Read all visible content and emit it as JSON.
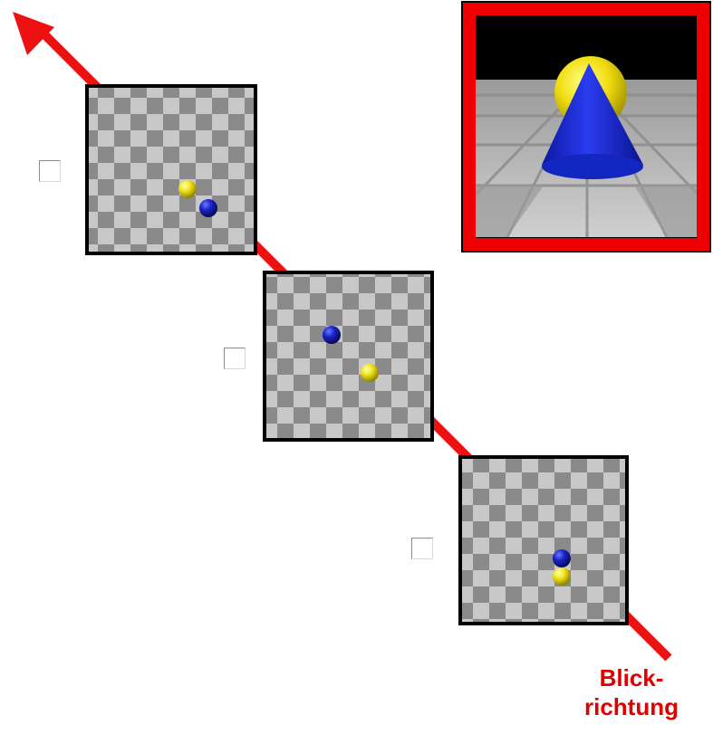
{
  "direction_label": {
    "line1": "Blick-",
    "line2": "richtung"
  },
  "colors": {
    "arrow": "#ee1111",
    "frame_border": "#000000",
    "checker_light": "#c8c8c8",
    "checker_dark": "#8a8a8a",
    "sphere_yellow": "#f2e41a",
    "sphere_blue": "#1a22c8",
    "perspective_frame": "#ee0000",
    "cone_blue": "#1a2ad0",
    "sky": "#000000"
  },
  "top_views": [
    {
      "name": "option-1",
      "checked": false
    },
    {
      "name": "option-2",
      "checked": false
    },
    {
      "name": "option-3",
      "checked": false
    }
  ],
  "perspective_view": {
    "objects": [
      "yellow-sphere",
      "blue-cone"
    ]
  }
}
